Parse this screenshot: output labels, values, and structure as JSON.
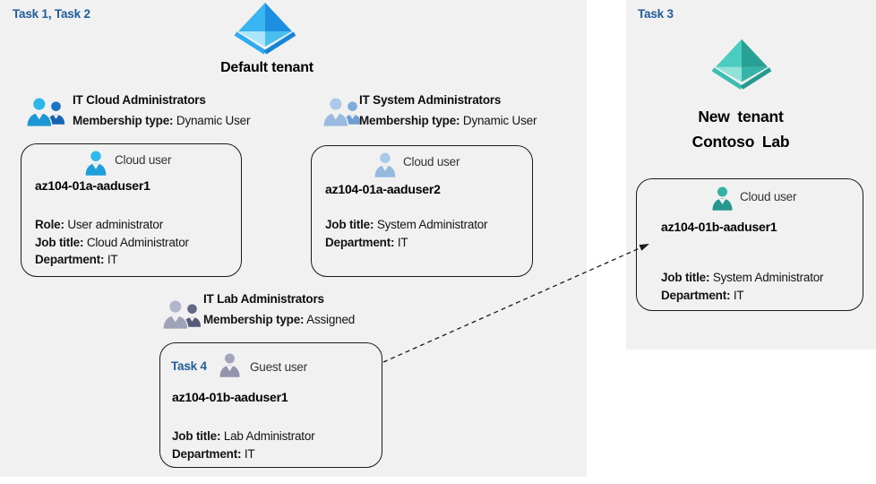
{
  "colors": {
    "panel_bg": "#f1f1f1",
    "task_label_blue": "#1f5c99",
    "box_border": "#1a1a1a",
    "arrow": "#1a1a1a",
    "tenant_icon_blue": "#1e8fe0",
    "tenant_icon_teal": "#28a094"
  },
  "left_panel": {
    "task_label": "Task 1, Task 2",
    "tenant": {
      "icon": "azure-ad-tenant-icon",
      "title": "Default tenant"
    },
    "groups": [
      {
        "icon": "group-people-icon",
        "name": "IT Cloud Administrators",
        "membership_label": "Membership type:",
        "membership_value": "Dynamic User"
      },
      {
        "icon": "group-people-icon",
        "name": "IT System Administrators",
        "membership_label": "Membership type:",
        "membership_value": "Dynamic User"
      },
      {
        "icon": "group-people-icon",
        "name": "IT Lab Administrators",
        "membership_label": "Membership type:",
        "membership_value": "Assigned"
      }
    ],
    "user_boxes": [
      {
        "icon": "cloud-user-icon",
        "user_type": "Cloud user",
        "username": "az104-01a-aaduser1",
        "fields": [
          {
            "label": "Role:",
            "value": "User administrator"
          },
          {
            "label": "Job title:",
            "value": "Cloud Administrator"
          },
          {
            "label": "Department:",
            "value": "IT"
          }
        ]
      },
      {
        "icon": "cloud-user-icon",
        "user_type": "Cloud user",
        "username": "az104-01a-aaduser2",
        "fields": [
          {
            "label": "Job title:",
            "value": "System Administrator"
          },
          {
            "label": "Department:",
            "value": "IT"
          }
        ]
      },
      {
        "task_label": "Task 4",
        "icon": "guest-user-icon",
        "user_type": "Guest user",
        "username": "az104-01b-aaduser1",
        "fields": [
          {
            "label": "Job title:",
            "value": "Lab Administrator"
          },
          {
            "label": "Department:",
            "value": "IT"
          }
        ]
      }
    ]
  },
  "right_panel": {
    "task_label": "Task 3",
    "tenant": {
      "icon": "azure-ad-tenant-icon",
      "title_line1": "New tenant",
      "title_line2": "Contoso Lab"
    },
    "user_box": {
      "icon": "cloud-user-icon",
      "user_type": "Cloud user",
      "username": "az104-01b-aaduser1",
      "fields": [
        {
          "label": "Job title:",
          "value": "System Administrator"
        },
        {
          "label": "Department:",
          "value": "IT"
        }
      ]
    }
  },
  "arrow": {
    "style": "dashed",
    "from": "task4-guest-user-box",
    "to": "contoso-cloud-user-box"
  }
}
